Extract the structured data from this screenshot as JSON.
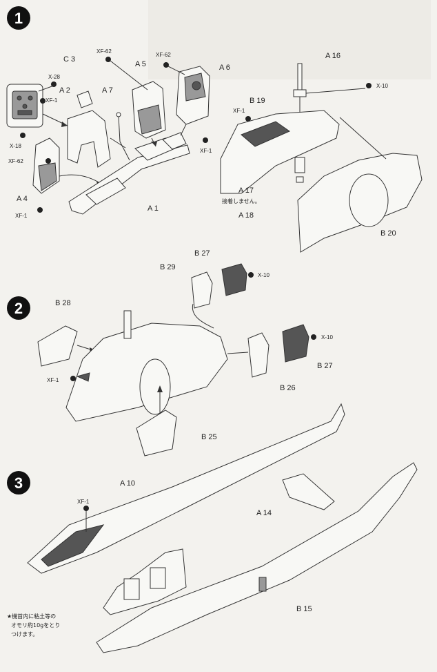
{
  "steps": [
    "1",
    "2",
    "3"
  ],
  "step1": {
    "labels": {
      "c3": "C 3",
      "a2": "A 2",
      "a7": "A 7",
      "a5": "A 5",
      "a6": "A 6",
      "a4": "A 4",
      "a1": "A 1",
      "a16": "A 16",
      "b19": "B 19",
      "a17": "A 17",
      "a18": "A 18",
      "b20": "B 20"
    },
    "codes": {
      "xf62_a": "XF-62",
      "xf62_b": "XF-62",
      "x28": "X-28",
      "xf1_a": "XF-1",
      "x18": "X-18",
      "xf62_c": "XF-62",
      "xf1_b": "XF-1",
      "xf1_c": "XF-1",
      "x10": "X-10",
      "xf1_d": "XF-1"
    },
    "note": "接着しません。"
  },
  "step2": {
    "labels": {
      "b27_top": "B 27",
      "b29": "B 29",
      "b28": "B 28",
      "b27_right": "B 27",
      "b26": "B 26",
      "b25": "B 25"
    },
    "codes": {
      "x10_top": "X-10",
      "x10_right": "X-10",
      "xf1": "XF-1"
    }
  },
  "step3": {
    "labels": {
      "a10": "A 10",
      "a14": "A 14",
      "b15": "B 15"
    },
    "codes": {
      "xf1": "XF-1"
    },
    "note_lines": [
      "★機首内に粘土等の",
      "オモリ約10gをとり",
      "つけます。"
    ]
  }
}
